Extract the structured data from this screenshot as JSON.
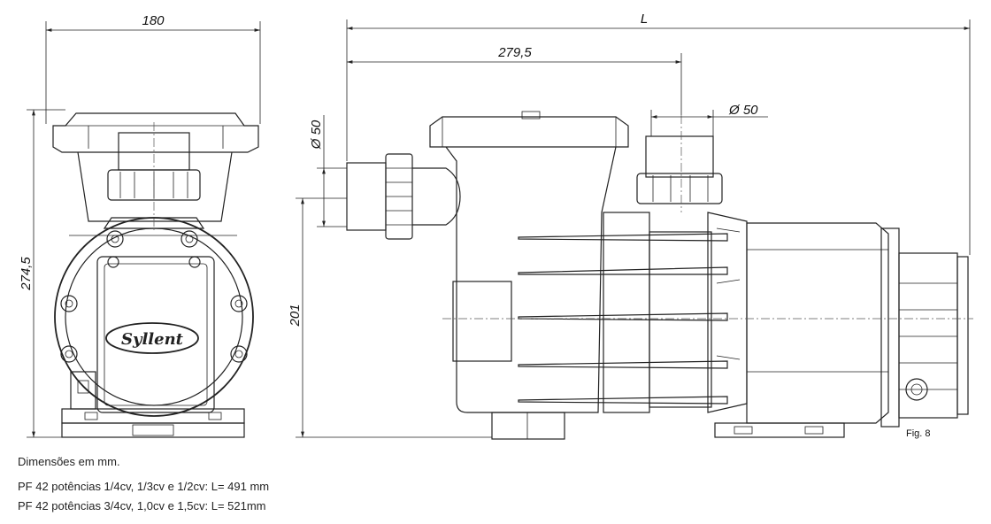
{
  "dimensions": {
    "front_width": "180",
    "front_height": "274,5",
    "total_length": "L",
    "inlet_to_outlet": "279,5",
    "outlet_diameter": "Ø 50",
    "inlet_diameter": "Ø 50",
    "inlet_height": "201"
  },
  "logo_text": "Syllent",
  "figure_label": "Fig. 8",
  "notes": [
    "Dimensões em mm.",
    "PF 42 potências 1/4cv, 1/3cv e 1/2cv: L= 491 mm",
    "PF 42 potências 3/4cv, 1,0cv e 1,5cv: L= 521mm"
  ]
}
